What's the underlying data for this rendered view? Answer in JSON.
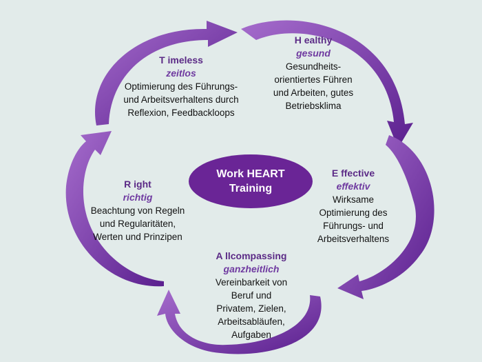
{
  "center": {
    "line1": "Work HEART",
    "line2": "Training"
  },
  "colors": {
    "background": "#e2ebea",
    "arrow_dark": "#5a1f8e",
    "arrow_light": "#a56ccc",
    "ellipse": "#6a2596",
    "heading": "#5b2a86"
  },
  "blocks": {
    "timeless": {
      "head": "T imeless",
      "sub": "zeitlos",
      "desc": "Optimierung des Führungs-\nund Arbeitsverhaltens durch\nReflexion,  Feedbackloops"
    },
    "healthy": {
      "head": "H ealthy",
      "sub": "gesund",
      "desc": "Gesundheits-\norientiertes Führen\nund Arbeiten, gutes\nBetriebsklima"
    },
    "effective": {
      "head": "E ffective",
      "sub": "effektiv",
      "desc": "Wirksame\nOptimierung des\nFührungs- und\nArbeitsverhaltens"
    },
    "allcompassing": {
      "head": "A llcompassing",
      "sub": "ganzheitlich",
      "desc": "Vereinbarkeit von\nBeruf  und\nPrivatem, Zielen,\nArbeitsabläufen,\nAufgaben"
    },
    "right": {
      "head": "R ight",
      "sub": "richtig",
      "desc": "Beachtung von Regeln\nund Regularitäten,\nWerten und Prinzipen"
    }
  }
}
